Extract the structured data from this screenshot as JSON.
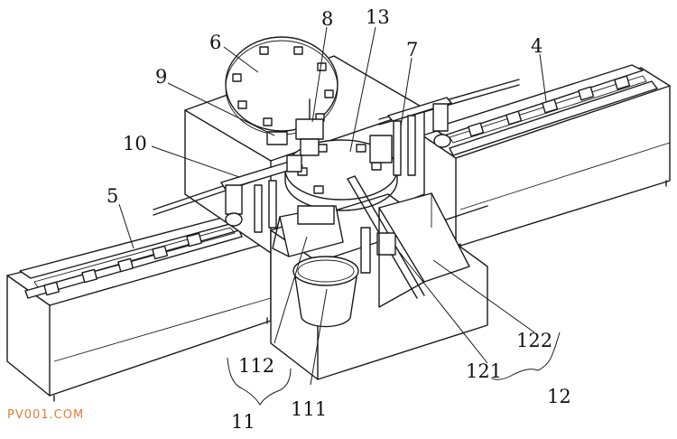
{
  "watermark": "PV001.COM",
  "labels": {
    "l4": "4",
    "l5": "5",
    "l6": "6",
    "l7": "7",
    "l8": "8",
    "l9": "9",
    "l10": "10",
    "l11": "11",
    "l12": "12",
    "l13": "13",
    "l111": "111",
    "l112": "112",
    "l121": "121",
    "l122": "122"
  }
}
